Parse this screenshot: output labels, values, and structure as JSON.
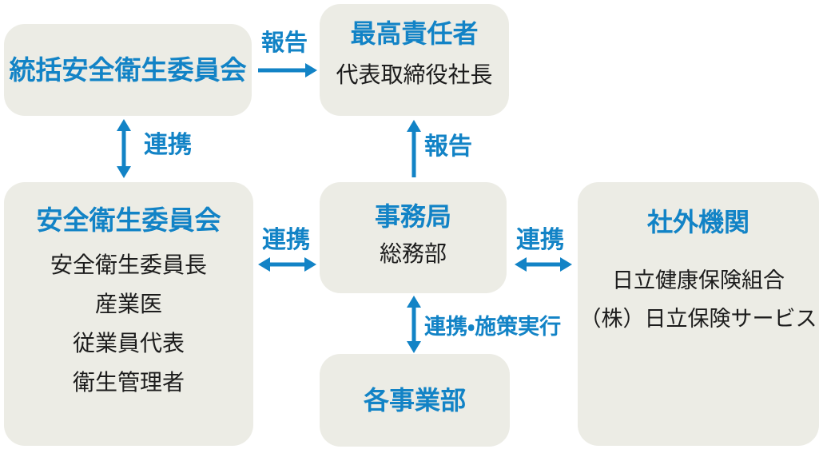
{
  "colors": {
    "accent": "#1283c6",
    "node_bg": "#ecece5",
    "text": "#1c1c1c",
    "page_bg": "#ffffff"
  },
  "nodes": {
    "toukatsu": {
      "title": "統括安全衛生委員会"
    },
    "saikou": {
      "title": "最高責任者",
      "subtitle": "代表取締役社長"
    },
    "anzen": {
      "title": "安全衛生委員会",
      "members": [
        "安全衛生委員長",
        "産業医",
        "従業員代表",
        "衛生管理者"
      ]
    },
    "jimukyoku": {
      "title": "事務局",
      "subtitle": "総務部"
    },
    "shagai": {
      "title": "社外機関",
      "members": [
        "日立健康保険組合",
        "（株）日立保険サービス"
      ]
    },
    "jigyoubu": {
      "title": "各事業部"
    }
  },
  "edges": {
    "houkoku_top": {
      "label": "報告",
      "from": "統括安全衛生委員会",
      "to": "最高責任者",
      "type": "one-way"
    },
    "renkei_left": {
      "label": "連携",
      "from": "統括安全衛生委員会",
      "to": "安全衛生委員会",
      "type": "two-way"
    },
    "houkoku_mid": {
      "label": "報告",
      "from": "事務局",
      "to": "最高責任者",
      "type": "one-way"
    },
    "renkei_midleft": {
      "label": "連携",
      "from": "安全衛生委員会",
      "to": "事務局",
      "type": "two-way"
    },
    "renkei_midright": {
      "label": "連携",
      "from": "事務局",
      "to": "社外機関",
      "type": "two-way"
    },
    "renkei_shisaku": {
      "label": "連携・施策実行",
      "from": "事務局",
      "to": "各事業部",
      "type": "two-way"
    }
  }
}
